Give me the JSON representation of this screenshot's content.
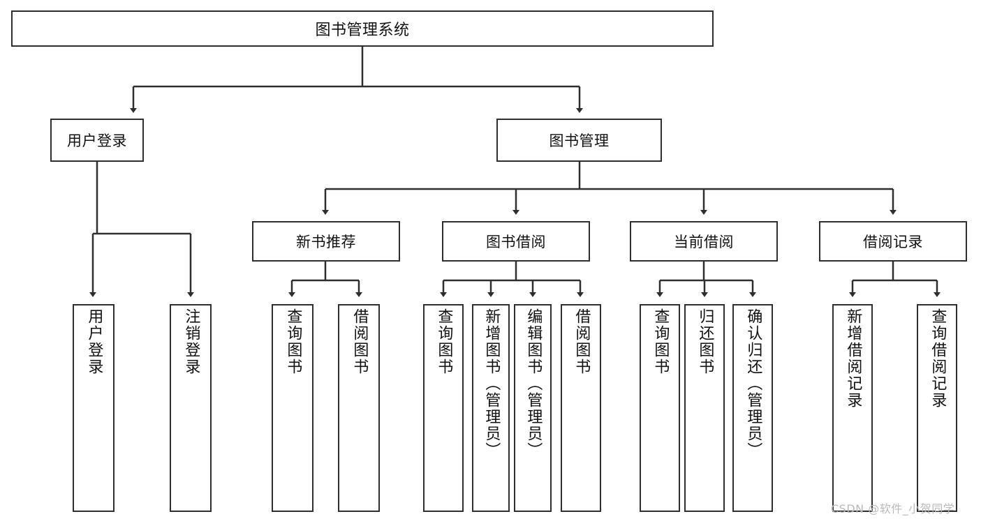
{
  "diagram": {
    "title": "图书管理系统",
    "type": "tree-hierarchy-chart",
    "root": {
      "label": "图书管理系统"
    },
    "level2": [
      {
        "label": "用户登录"
      },
      {
        "label": "图书管理"
      }
    ],
    "level3": [
      {
        "label": "新书推荐"
      },
      {
        "label": "图书借阅"
      },
      {
        "label": "当前借阅"
      },
      {
        "label": "借阅记录"
      }
    ],
    "leaves": {
      "user_login": [
        {
          "label": "用户登录"
        },
        {
          "label": "注销登录"
        }
      ],
      "new_book_recommend": [
        {
          "label": "查询图书"
        },
        {
          "label": "借阅图书"
        }
      ],
      "book_borrow": [
        {
          "label": "查询图书"
        },
        {
          "label": "新增图书（管理员）"
        },
        {
          "label": "编辑图书（管理员）"
        },
        {
          "label": "借阅图书"
        }
      ],
      "current_borrow": [
        {
          "label": "查询图书"
        },
        {
          "label": "归还图书"
        },
        {
          "label": "确认归还（管理员）"
        }
      ],
      "borrow_records": [
        {
          "label": "新增借阅记录"
        },
        {
          "label": "查询借阅记录"
        }
      ]
    },
    "watermark": "CSDN @软件_小贺同学",
    "colors": {
      "stroke": "#2e2e2e",
      "background": "#ffffff",
      "text": "#111111",
      "watermark": "#b9b9b9"
    }
  }
}
